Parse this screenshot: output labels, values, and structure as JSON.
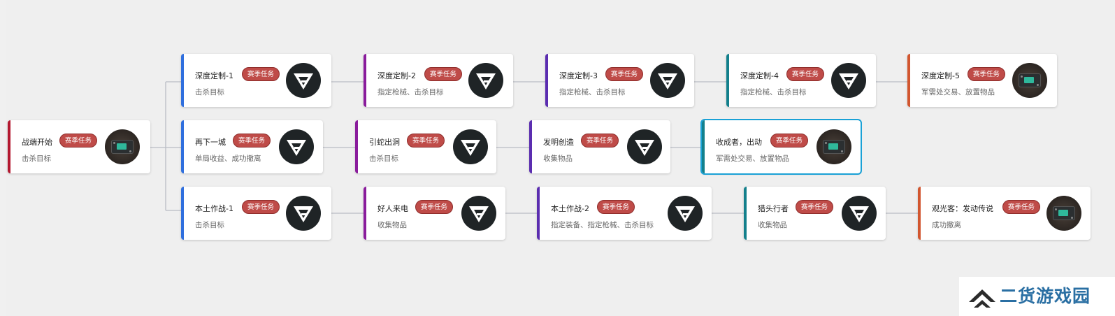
{
  "colors": {
    "badge": "#bf4b48",
    "blue": "#2f6fde",
    "purple": "#8a1c9c",
    "violet": "#5b2db0",
    "teal": "#13808c",
    "orange": "#d2562f",
    "crimson": "#b3182f",
    "selected_outline": "#1aa1d6",
    "link": "#b9bcc4"
  },
  "nodes": [
    {
      "id": "start",
      "title": "战端开始",
      "badge": "赛季任务",
      "subtitle": "击杀目标",
      "icon": "device-icon",
      "accent": "crimson"
    },
    {
      "id": "dc1",
      "title": "深度定制-1",
      "badge": "赛季任务",
      "subtitle": "击杀目标",
      "icon": "g-logo-icon",
      "accent": "blue"
    },
    {
      "id": "dc2",
      "title": "深度定制-2",
      "badge": "赛季任务",
      "subtitle": "指定枪械、击杀目标",
      "icon": "g-logo-icon",
      "accent": "purple"
    },
    {
      "id": "dc3",
      "title": "深度定制-3",
      "badge": "赛季任务",
      "subtitle": "指定枪械、击杀目标",
      "icon": "g-logo-icon",
      "accent": "violet"
    },
    {
      "id": "dc4",
      "title": "深度定制-4",
      "badge": "赛季任务",
      "subtitle": "指定枪械、击杀目标",
      "icon": "g-logo-icon",
      "accent": "teal"
    },
    {
      "id": "dc5",
      "title": "深度定制-5",
      "badge": "赛季任务",
      "subtitle": "军需处交易、放置物品",
      "icon": "device-icon",
      "accent": "orange"
    },
    {
      "id": "zx",
      "title": "再下一城",
      "badge": "赛季任务",
      "subtitle": "单局收益、成功撤离",
      "icon": "g-logo-icon",
      "accent": "blue"
    },
    {
      "id": "yscd",
      "title": "引蛇出洞",
      "badge": "赛季任务",
      "subtitle": "击杀目标",
      "icon": "g-logo-icon",
      "accent": "purple"
    },
    {
      "id": "fmcz",
      "title": "发明创造",
      "badge": "赛季任务",
      "subtitle": "收集物品",
      "icon": "g-logo-icon",
      "accent": "violet"
    },
    {
      "id": "scz",
      "title": "收成者，出动",
      "badge": "赛季任务",
      "subtitle": "军需处交易、放置物品",
      "icon": "device-icon",
      "accent": "teal",
      "selected": true
    },
    {
      "id": "bt1",
      "title": "本土作战-1",
      "badge": "赛季任务",
      "subtitle": "击杀目标",
      "icon": "g-logo-icon",
      "accent": "blue"
    },
    {
      "id": "hrld",
      "title": "好人来电",
      "badge": "赛季任务",
      "subtitle": "收集物品",
      "icon": "g-logo-icon",
      "accent": "purple"
    },
    {
      "id": "bt2",
      "title": "本土作战-2",
      "badge": "赛季任务",
      "subtitle": "指定装备、指定枪械、击杀目标",
      "icon": "g-logo-icon",
      "accent": "violet"
    },
    {
      "id": "ltxz",
      "title": "猎头行者",
      "badge": "赛季任务",
      "subtitle": "收集物品",
      "icon": "g-logo-icon",
      "accent": "teal"
    },
    {
      "id": "ggk",
      "title": "观光客：发动传说",
      "badge": "赛季任务",
      "subtitle": "成功撤离",
      "icon": "device-icon",
      "accent": "orange"
    }
  ],
  "watermark": {
    "text": "二货游戏园",
    "icon": "chevron-logo-icon"
  }
}
